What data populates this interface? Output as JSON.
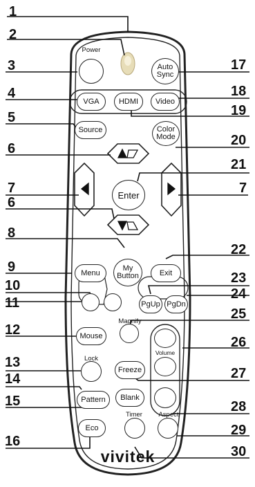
{
  "callouts": {
    "n1": "1",
    "n2": "2",
    "n3": "3",
    "n4": "4",
    "n5": "5",
    "n6a": "6",
    "n7a": "7",
    "n7b": "7",
    "n6b": "6",
    "n8": "8",
    "n9": "9",
    "n10": "10",
    "n11": "11",
    "n12": "12",
    "n13": "13",
    "n14": "14",
    "n15": "15",
    "n16": "16",
    "n17": "17",
    "n18": "18",
    "n19": "19",
    "n20": "20",
    "n21": "21",
    "n22": "22",
    "n23": "23",
    "n24": "24",
    "n25": "25",
    "n26": "26",
    "n27": "27",
    "n28": "28",
    "n29": "29",
    "n30": "30"
  },
  "captions": {
    "power": "Power",
    "magnify": "Magnify",
    "volume": "Volume",
    "lock": "Lock",
    "timer": "Timer",
    "aspect": "Aspect"
  },
  "buttons": {
    "auto_sync_line1": "Auto",
    "auto_sync_line2": "Sync",
    "vga": "VGA",
    "hdmi": "HDMI",
    "video": "Video",
    "source": "Source",
    "color_mode_line1": "Color",
    "color_mode_line2": "Mode",
    "enter": "Enter",
    "menu": "Menu",
    "my_button_line1": "My",
    "my_button_line2": "Button",
    "exit": "Exit",
    "pgup": "PgUp",
    "pgdn": "PgDn",
    "mouse": "Mouse",
    "freeze": "Freeze",
    "pattern": "Pattern",
    "blank": "Blank",
    "eco": "Eco"
  },
  "brand": "vivitek"
}
